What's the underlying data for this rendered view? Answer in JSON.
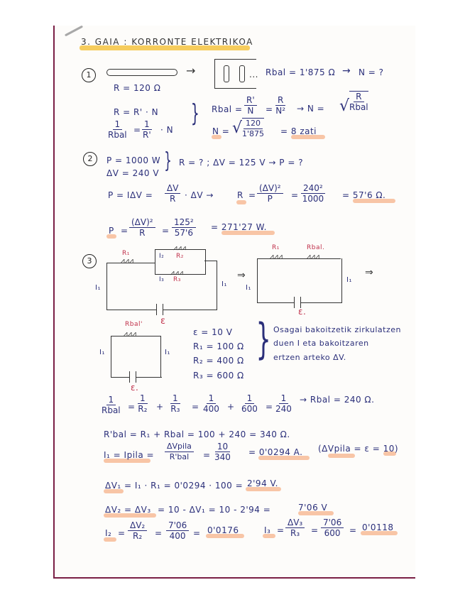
{
  "title": "3. GAIA : KORRONTE ELEKTRIKOA",
  "exercise1": {
    "number": "1",
    "given_R": "R = 120 Ω",
    "rbal_target": "Rbal = 1'875 Ω",
    "arrow": "→",
    "target": "N = ?",
    "ellipsis": "...",
    "eq1": "R = R' · N",
    "eq2_lhs_num": "1",
    "eq2_lhs_den": "Rbal",
    "eq2_rhs_num": "1",
    "eq2_rhs_den": "R'",
    "eq2_rhs_tail": "· N",
    "rbal_eq": "Rbal =",
    "f1_num": "R'",
    "f1_den": "N",
    "f2_num": "R",
    "f2_den": "N²",
    "n_eq": "→ N =",
    "sqrt_num": "R",
    "sqrt_den": "Rbal",
    "n_label": "N =",
    "n_sqrt_num": "120",
    "n_sqrt_den": "1'875",
    "answer": "= 8 zati"
  },
  "exercise2": {
    "number": "2",
    "given_P": "P = 1000 W",
    "given_dV": "ΔV = 240 V",
    "question": "R = ? ;  ΔV = 125 V  →  P = ?",
    "p_formula": "P = IΔV =",
    "p_frac_num": "ΔV",
    "p_frac_den": "R",
    "p_tail": "· ΔV  →",
    "r_label": "R",
    "r_frac1_num": "(ΔV)²",
    "r_frac1_den": "P",
    "r_frac2_num": "240²",
    "r_frac2_den": "1000",
    "r_answer": "= 57'6 Ω.",
    "p2_label": "P",
    "p2_frac1_num": "(ΔV)²",
    "p2_frac1_den": "R",
    "p2_frac2_num": "125²",
    "p2_frac2_den": "57'6",
    "p2_answer": "= 271'27 W."
  },
  "exercise3": {
    "number": "3",
    "circuit1": {
      "R1": "R₁",
      "R2": "R₂",
      "R3": "R₃",
      "I1_left": "I₁",
      "I1_right": "I₁",
      "I2": "I₂",
      "I3": "I₃",
      "emf": "ε"
    },
    "implies": "⇒",
    "circuit2": {
      "R1": "R₁",
      "Rbal": "Rbal.",
      "I1_left": "I₁",
      "I1_right": "I₁",
      "emf": "ε."
    },
    "circuit3": {
      "Rbal": "Rbal'",
      "I1_left": "I₁",
      "I1_right": "I₁",
      "emf": "ε."
    },
    "given": [
      "ε = 10 V",
      "R₁ = 100 Ω",
      "R₂ = 400 Ω",
      "R₃ = 600 Ω"
    ],
    "statement": [
      "Osagai bakoitzetik zirkulatzen",
      "duen I eta bakoitzaren",
      "ertzen arteko ΔV."
    ],
    "parallel": {
      "f0": [
        "1",
        "Rbal"
      ],
      "f1": [
        "1",
        "R₂"
      ],
      "f2": [
        "1",
        "R₃"
      ],
      "f3": [
        "1",
        "400"
      ],
      "f4": [
        "1",
        "600"
      ],
      "f5": [
        "1",
        "240"
      ],
      "result": "→ Rbal = 240 Ω."
    },
    "series": "R'bal = R₁ + Rbal = 100 + 240 = 340 Ω.",
    "current": {
      "lhs": "I₁ = Ipila =",
      "f1": [
        "ΔVpila",
        "R'bal"
      ],
      "f2": [
        "10",
        "340"
      ],
      "result": "= 0'0294 A.",
      "note": "(ΔVpila = ε = 10)"
    },
    "dv1": {
      "lhs": "ΔV₁",
      "expr": "= I₁ · R₁ = 0'0294 · 100 =",
      "result": "2'94 V."
    },
    "dv23": {
      "lhs": "ΔV₂ = ΔV₃",
      "expr": "= 10 - ΔV₁ = 10 - 2'94 =",
      "result": "7'06 V"
    },
    "i2": {
      "lhs": "I₂",
      "f1": [
        "ΔV₂",
        "R₂"
      ],
      "f2": [
        "7'06",
        "400"
      ],
      "result": "0'0176"
    },
    "i3": {
      "lhs": "I₃",
      "f1": [
        "ΔV₃",
        "R₃"
      ],
      "f2": [
        "7'06",
        "600"
      ],
      "result": "0'0118"
    }
  },
  "colors": {
    "ink": "#2b2f7a",
    "red_ink": "#c0304a",
    "highlight_orange": "#f6b38a",
    "highlight_yellow": "#f5c341",
    "margin": "#7a1f45"
  }
}
